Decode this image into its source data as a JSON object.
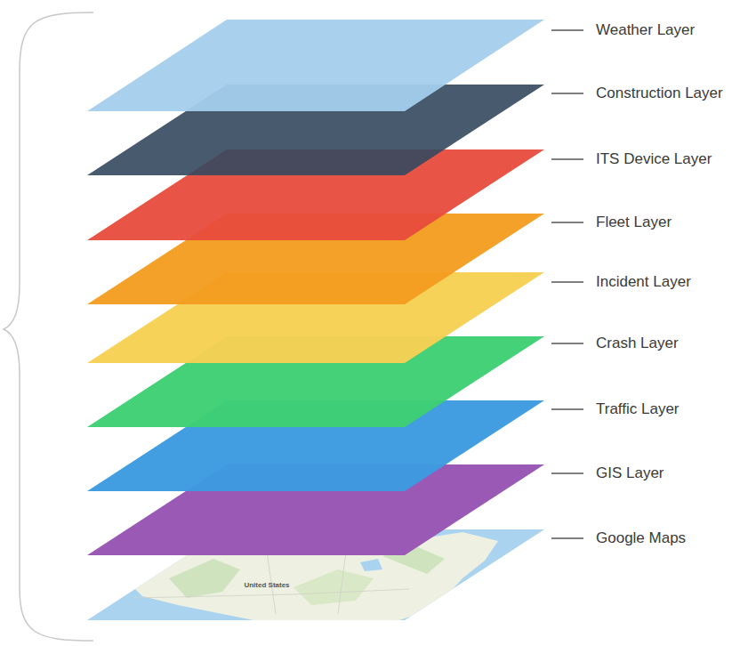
{
  "diagram": {
    "labels": [
      "Weather Layer",
      "Construction Layer",
      "ITS Device Layer",
      "Fleet Layer",
      "Incident Layer",
      "Crash Layer",
      "Traffic Layer",
      "GIS Layer",
      "Google Maps",
      "United States"
    ]
  }
}
